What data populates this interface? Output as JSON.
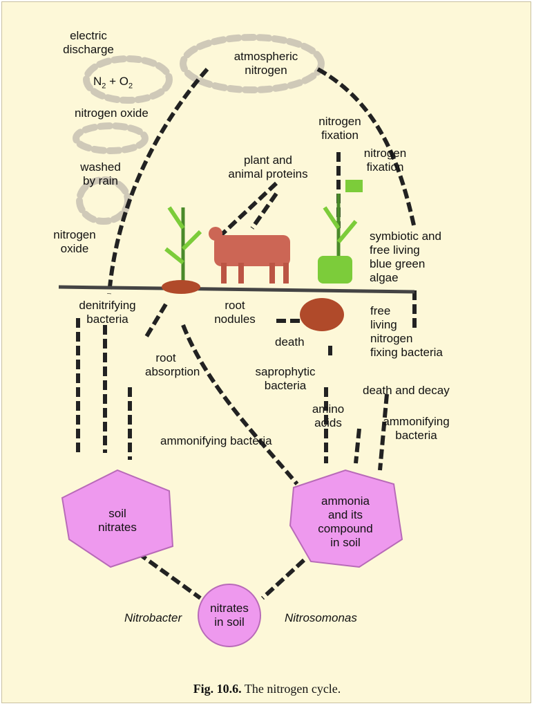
{
  "labels": {
    "electric_discharge": [
      "electric",
      "discharge"
    ],
    "n2_o2": {
      "n": "N",
      "n_sub": "2",
      "plus": " + ",
      "o": "O",
      "o_sub": "2"
    },
    "nitrogen_oxide_top": "nitrogen oxide",
    "atmospheric_nitrogen": [
      "atmospheric",
      "nitrogen"
    ],
    "nitrogen_fixation_1": [
      "nitrogen",
      "fixation"
    ],
    "nitrogen_fixation_2": [
      "nitrogen",
      "fixation"
    ],
    "washed_by_rain": [
      "washed",
      "by rain"
    ],
    "plant_animal_proteins": [
      "plant and",
      "animal proteins"
    ],
    "nitrogen_oxide_left": [
      "nitrogen",
      "oxide"
    ],
    "symbiotic": [
      "symbiotic and",
      "free living",
      "blue green",
      "algae"
    ],
    "denitrifying_bacteria": [
      "denitrifying",
      "bacteria"
    ],
    "root_nodules": [
      "root",
      "nodules"
    ],
    "free_living": [
      "free",
      "living",
      "nitrogen",
      "fixing bacteria"
    ],
    "death": "death",
    "root_absorption": [
      "root",
      "absorption"
    ],
    "saprophytic_bacteria": [
      "saprophytic",
      "bacteria"
    ],
    "death_and_decay": "death and decay",
    "amino_acids": [
      "amino",
      "acids"
    ],
    "ammonifying_bacteria_right": [
      "ammonifying",
      "bacteria"
    ],
    "ammonifying_bacteria_center": "ammonifying bacteria",
    "nitrobacter": "Nitrobacter",
    "nitrosomonas": "Nitrosomonas"
  },
  "nodes": {
    "soil_nitrates": [
      "soil",
      "nitrates"
    ],
    "ammonia": [
      "ammonia",
      "and its",
      "compound",
      "in soil"
    ],
    "nitrates_in_soil": [
      "nitrates",
      "in soil"
    ]
  },
  "caption": {
    "number": "Fig. 10.6.",
    "text": " The nitrogen cycle."
  },
  "colors": {
    "panel": "#fdf8d8",
    "node_fill": "#ee99ee",
    "line": "#111111",
    "plant_green": "#7ccc3a",
    "animal": "#cc6655",
    "soil": "#b04a2a"
  }
}
